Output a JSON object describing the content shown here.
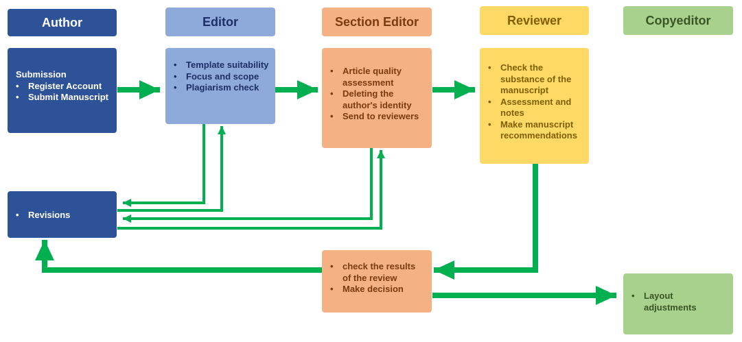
{
  "headers": {
    "author": "Author",
    "editor": "Editor",
    "section_editor": "Section Editor",
    "reviewer": "Reviewer",
    "copyeditor": "Copyeditor"
  },
  "submission": {
    "lead": "Submission",
    "items": [
      "Register Account",
      "Submit Manuscript"
    ]
  },
  "editor_tasks": [
    "Template suitability",
    "Focus and scope",
    "Plagiarism check"
  ],
  "section_editor_tasks": [
    "Article quality assessment",
    "Deleting the author's identity",
    "Send to reviewers"
  ],
  "reviewer_tasks": [
    "Check the substance of the manuscript",
    "Assessment and notes",
    "Make manuscript recommendations"
  ],
  "revisions": [
    "Revisions"
  ],
  "decision_tasks": [
    "check the results of the review",
    "Make decision"
  ],
  "copyeditor_tasks": [
    "Layout adjustments"
  ],
  "colors": {
    "author": "#2e5298",
    "editor": "#8eaadb",
    "section_editor": "#f4b183",
    "reviewer": "#ffd966",
    "copyeditor": "#a9d18e",
    "arrow": "#00b050"
  }
}
